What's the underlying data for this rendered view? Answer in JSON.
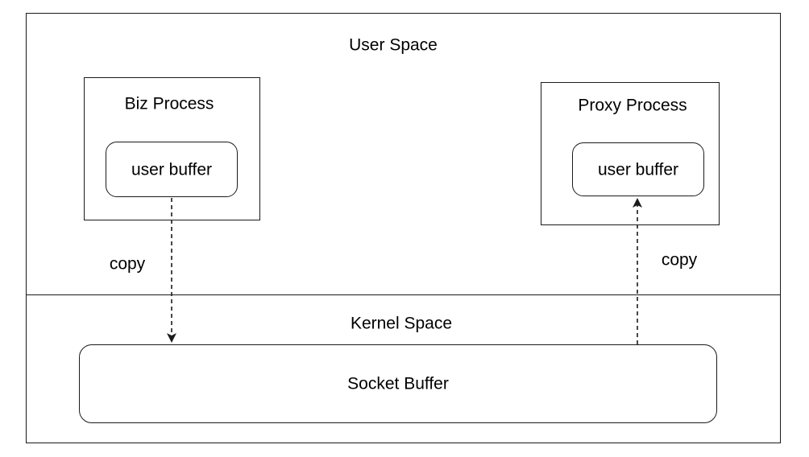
{
  "user_space": {
    "title": "User Space"
  },
  "kernel_space": {
    "title": "Kernel Space"
  },
  "biz_process": {
    "title": "Biz Process",
    "buffer_label": "user buffer"
  },
  "proxy_process": {
    "title": "Proxy Process",
    "buffer_label": "user buffer"
  },
  "socket_buffer": {
    "label": "Socket Buffer"
  },
  "edges": {
    "left_copy_label": "copy",
    "right_copy_label": "copy"
  },
  "colors": {
    "line": "#1a1a1a",
    "background": "#ffffff"
  }
}
